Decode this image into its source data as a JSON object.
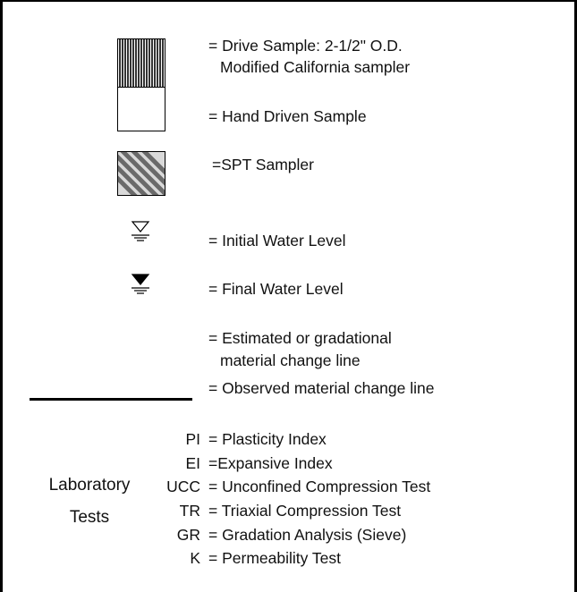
{
  "legend": {
    "items": [
      {
        "symbol": "drive-sample-icon",
        "text_line1": "= Drive Sample: 2-1/2\" O.D.",
        "text_line2": "Modified California sampler"
      },
      {
        "symbol": "hand-driven-sample-icon",
        "text_line1": "= Hand Driven Sample"
      },
      {
        "symbol": "spt-sampler-icon",
        "text_line1": "=SPT Sampler"
      },
      {
        "symbol": "initial-water-level-icon",
        "text_line1": "= Initial Water Level"
      },
      {
        "symbol": "final-water-level-icon",
        "text_line1": "= Final Water Level"
      },
      {
        "symbol": "estimated-change-line-icon",
        "text_line1": "= Estimated or gradational",
        "text_line2": "material change line"
      },
      {
        "symbol": "observed-change-line-icon",
        "text_line1": "= Observed material change line"
      }
    ],
    "lab_tests": {
      "label_line1": "Laboratory",
      "label_line2": "Tests",
      "rows": [
        {
          "code": "PI",
          "desc": "= Plasticity Index"
        },
        {
          "code": "EI",
          "desc": "=Expansive Index"
        },
        {
          "code": "UCC",
          "desc": "= Unconfined Compression Test"
        },
        {
          "code": "TR",
          "desc": "= Triaxial Compression Test"
        },
        {
          "code": "GR",
          "desc": "= Gradation Analysis (Sieve)"
        },
        {
          "code": "K",
          "desc": "= Permeability Test"
        }
      ]
    }
  }
}
